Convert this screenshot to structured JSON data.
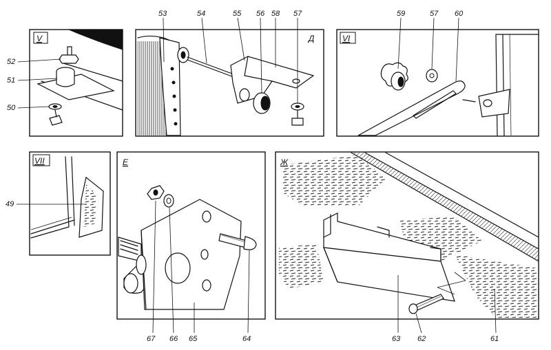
{
  "panels": {
    "V": {
      "title": "V"
    },
    "D": {
      "title": "Д"
    },
    "VI": {
      "title": "VI"
    },
    "VII": {
      "title": "VII"
    },
    "E": {
      "title": "Е"
    },
    "Zh": {
      "title": "Ж"
    }
  },
  "callouts": {
    "c52": "52",
    "c51": "51",
    "c50": "50",
    "c53": "53",
    "c54": "54",
    "c55": "55",
    "c56": "56",
    "c58": "58",
    "c57a": "57",
    "c59": "59",
    "c57b": "57",
    "c60": "60",
    "c49": "49",
    "c67": "67",
    "c66": "66",
    "c65": "65",
    "c64": "64",
    "c63": "63",
    "c62": "62",
    "c61": "61"
  }
}
